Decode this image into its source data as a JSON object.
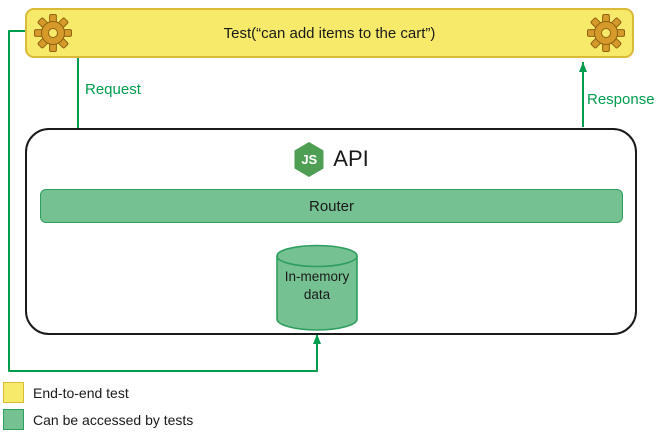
{
  "test_box": {
    "label": "Test(“can add items to the cart”)"
  },
  "edges": {
    "request_label": "Request",
    "response_label": "Response"
  },
  "api": {
    "title": "API",
    "logo_text": "JS",
    "router_label": "Router",
    "datastore_label": "In-memory data"
  },
  "legend": {
    "items": [
      {
        "label": "End-to-end test",
        "swatch_color": "#F7EA6A"
      },
      {
        "label": "Can be accessed by tests",
        "swatch_color": "#76C191"
      }
    ]
  },
  "icons": {
    "test_box_left": "gear-icon",
    "test_box_right": "gear-icon",
    "api_logo": "nodejs-hexagon-icon"
  },
  "colors": {
    "e2e_yellow_fill": "#F7EA6A",
    "e2e_yellow_border": "#D9BB38",
    "tests_green_fill": "#76C191",
    "tests_green_border": "#2E9E5E",
    "arrow_green": "#009C4E",
    "connector_black": "#1a1a1a",
    "gear_gold": "#D69A2B",
    "nodejs_green": "#4E9E53"
  }
}
